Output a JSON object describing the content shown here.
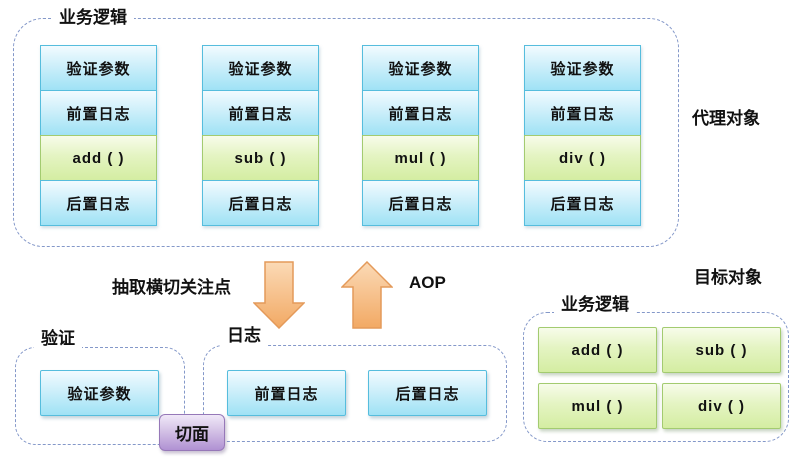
{
  "colors": {
    "dash": "#8498c9",
    "text": "#111111",
    "blue_border": "#56bddd",
    "blue_light": "#f2fbff",
    "blue_dark": "#9fe2f5",
    "green_border": "#a3cb70",
    "green_light": "#f7fcea",
    "green_dark": "#d4eda2",
    "purple_border": "#9678b8",
    "purple_light": "#f0e8f8",
    "purple_dark": "#b091d3",
    "arrow_border": "#e49a5a",
    "arrow_light": "#fbdab6",
    "arrow_dark": "#f2a964"
  },
  "proxy": {
    "group_label": "业务逻辑",
    "side_label": "代理对象",
    "columns": [
      [
        "验证参数",
        "前置日志",
        "add ( )",
        "后置日志"
      ],
      [
        "验证参数",
        "前置日志",
        "sub ( )",
        "后置日志"
      ],
      [
        "验证参数",
        "前置日志",
        "mul ( )",
        "后置日志"
      ],
      [
        "验证参数",
        "前置日志",
        "div ( )",
        "后置日志"
      ]
    ]
  },
  "middle": {
    "extract_label": "抽取横切关注点",
    "aop_label": "AOP",
    "down_arrow": "arrow-down",
    "up_arrow": "arrow-up"
  },
  "validation_group": {
    "group_label": "验证",
    "box": "验证参数"
  },
  "logging_group": {
    "group_label": "日志",
    "pre_box": "前置日志",
    "post_box": "后置日志"
  },
  "aspect_badge": "切面",
  "target": {
    "title": "目标对象",
    "group_label": "业务逻辑",
    "methods": [
      "add ( )",
      "sub ( )",
      "mul ( )",
      "div ( )"
    ]
  }
}
